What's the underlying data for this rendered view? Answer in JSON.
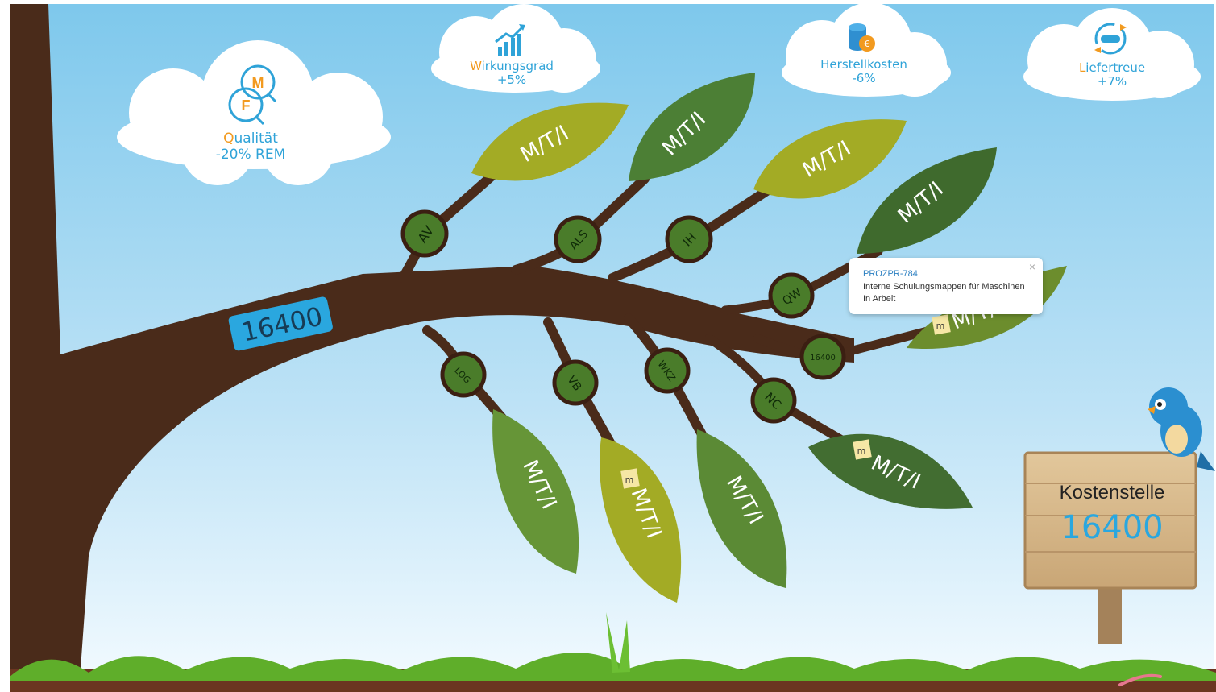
{
  "kpis": [
    {
      "first": "Q",
      "rest": "ualität",
      "value": "-20% REM",
      "icon": "quality-mf-icon"
    },
    {
      "first": "W",
      "rest": "irkungsgrad",
      "value": "+5%",
      "icon": "efficiency-chart-icon"
    },
    {
      "first": "H",
      "rest": "erstellkosten",
      "value": "-6%",
      "icon": "euro-coins-icon"
    },
    {
      "first": "L",
      "rest": "iefertreue",
      "value": "+7%",
      "icon": "handshake-cycle-icon"
    }
  ],
  "quality_icon_letters": {
    "m": "M",
    "f": "F"
  },
  "trunk_badge": "16400",
  "branches": [
    {
      "node": "AV",
      "leaf": "M/T/I",
      "color": "#a3ab25"
    },
    {
      "node": "ALS",
      "leaf": "M/T/I",
      "color": "#4c7f35"
    },
    {
      "node": "IH",
      "leaf": "M/T/I",
      "color": "#a3ab25"
    },
    {
      "node": "QW",
      "leaf": "M/T/I",
      "color": "#3f6a2d"
    },
    {
      "node": "16400",
      "leaf": "M/T/I",
      "color": "#6c8d2d"
    },
    {
      "node": "LOG",
      "leaf": "M/T/I",
      "color": "#669537"
    },
    {
      "node": "VB",
      "leaf": "M/T/I",
      "color": "#a3ab25"
    },
    {
      "node": "WKZ",
      "leaf": "M/T/I",
      "color": "#5b8a35"
    },
    {
      "node": "NC",
      "leaf": "M/T/I",
      "color": "#426d31"
    }
  ],
  "popup": {
    "id": "PROZPR-784",
    "title": "Interne Schulungsmappen für Maschinen",
    "status": "In Arbeit",
    "close": "×"
  },
  "sign": {
    "label": "Kostenstelle",
    "number": "16400"
  },
  "colors": {
    "trunk": "#4a2b1a",
    "node_fill": "#4a7c2a",
    "badge": "#2aa7df",
    "accent": "#f29a1f",
    "label_blue": "#2fa3d8",
    "note_yellow": "#f6e7a5"
  }
}
